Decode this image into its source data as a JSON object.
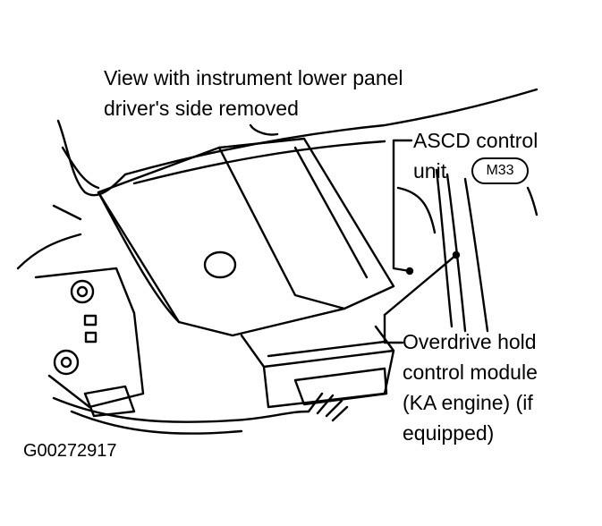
{
  "figure": {
    "caption_line1": "View with instrument lower panel",
    "caption_line2": "driver's side removed",
    "callout_ascd_line1": "ASCD control",
    "callout_ascd_line2": "unit",
    "connector_badge": "M33",
    "callout_overdrive_line1": "Overdrive hold",
    "callout_overdrive_line2": "control module",
    "callout_overdrive_line3": "(KA engine) (if",
    "callout_overdrive_line4": "equipped)",
    "figure_id": "G00272917"
  },
  "colors": {
    "ink": "#000000",
    "paper": "#ffffff"
  }
}
